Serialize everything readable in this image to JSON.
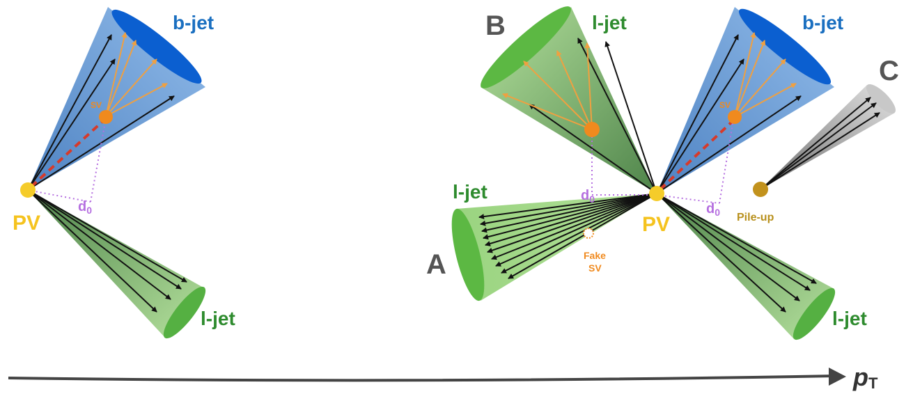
{
  "labels": {
    "bjet": "b-jet",
    "ljet": "l-jet",
    "pv": "PV",
    "sv": "SV",
    "d0_main": "d",
    "d0_sub": "0",
    "fake_sv_line1": "Fake",
    "fake_sv_line2": "SV",
    "pileup": "Pile-up",
    "letter_a": "A",
    "letter_b": "B",
    "letter_c": "C",
    "axis_main": "p",
    "axis_sub": "T"
  },
  "colors": {
    "pv": "#f5cc2a",
    "sv": "#f08a1e",
    "bjet_text": "#1a6fc0",
    "ljet_text": "#2e8b2e",
    "pv_text": "#f5c31f",
    "letter": "#555555",
    "d0": "#b56fe0",
    "red_dash": "#d73a2a",
    "pileup_dot": "#c2921d",
    "pileup_text": "#b8901c"
  }
}
